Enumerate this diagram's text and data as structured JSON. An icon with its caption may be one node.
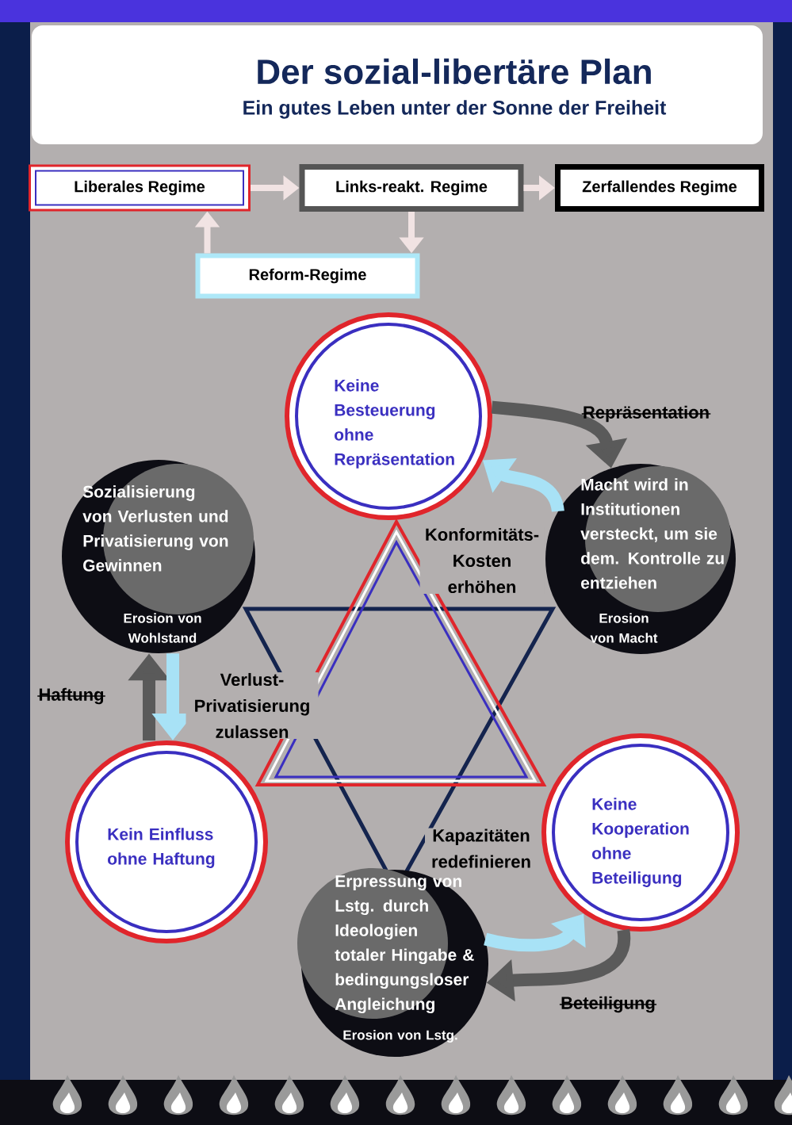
{
  "diagram": {
    "title": "Der sozial-libertäre Plan",
    "nodes": [
      {
        "text": [
          "Liberales Regime"
        ]
      },
      {
        "text": [
          "Links-reakt. Regime"
        ]
      },
      {
        "text": [
          "Zerfallendes Regime"
        ]
      },
      {
        "text": [
          "Reform-Regime"
        ]
      },
      {
        "text": [
          "Keine Besteuerung ohne Repräsentation"
        ]
      },
      {
        "text": [
          "Sozialisierung von Verlusten und Privatisierung von Gewinnen",
          "Erosion von Wohlstand"
        ]
      },
      {
        "text": [
          "Macht wird in Institutionen versteckt, um sie dem. Kontrolle zu entziehen",
          "Erosion von Macht"
        ]
      },
      {
        "text": [
          "Kein Einfluss ohne Haftung"
        ]
      },
      {
        "text": [
          "Keine Kooperation ohne Beteiligung"
        ]
      },
      {
        "text": [
          "Erpressung von Lstg. durch Ideologien totaler Hingabe & bedingungsloser Angleichung",
          "Erosion von Lstg."
        ]
      }
    ],
    "edges": [
      {
        "from": 0,
        "to": 1,
        "arrow": "to"
      },
      {
        "from": 1,
        "to": 2,
        "arrow": "to"
      },
      {
        "from": 1,
        "to": 3,
        "arrow": "to"
      },
      {
        "from": 3,
        "to": 0,
        "arrow": "to"
      },
      {
        "from": 4,
        "to": 6,
        "arrow": "to",
        "label": "Repräsentation",
        "color": "#5a5a5a"
      },
      {
        "from": 6,
        "to": 4,
        "arrow": "to",
        "label": "Konformitäts- Kosten erhöhen",
        "color": "#a8e2f6"
      },
      {
        "from": 7,
        "to": 5,
        "arrow": "to",
        "label": "Haftung",
        "color": "#5a5a5a"
      },
      {
        "from": 5,
        "to": 7,
        "arrow": "to",
        "label": "Verlust- Privatisierung zulassen",
        "color": "#a8e2f6"
      },
      {
        "from": 9,
        "to": 8,
        "arrow": "to",
        "label": "Kapazitäten redefinieren",
        "color": "#a8e2f6"
      },
      {
        "from": 8,
        "to": 9,
        "arrow": "to",
        "label": "Beteiligung",
        "color": "#5a5a5a"
      }
    ],
    "labels": [
      "Ein gutes Leben unter der Sonne der Freiheit"
    ]
  }
}
